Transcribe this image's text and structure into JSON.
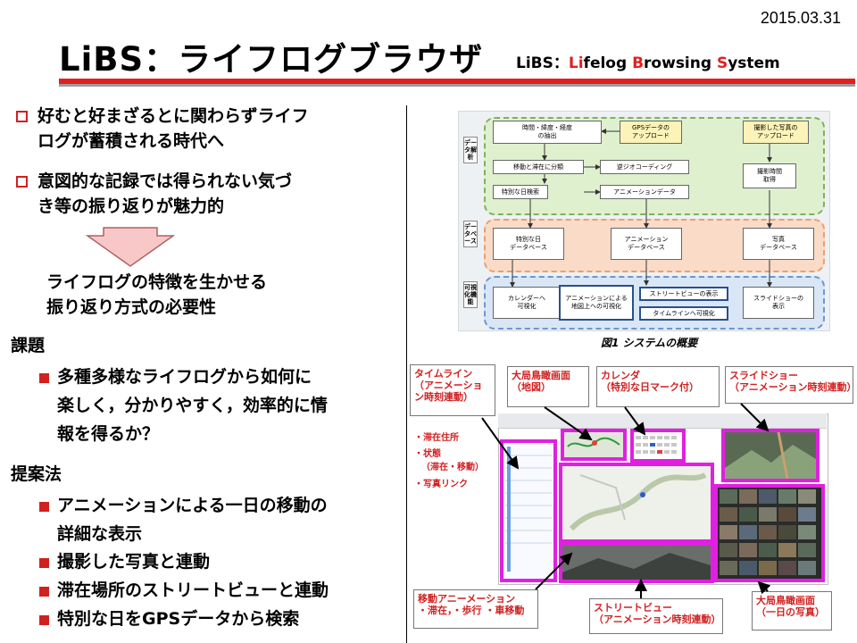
{
  "date": "2015.03.31",
  "title": "LiBS：ライフログブラウザ",
  "subtitle": {
    "prefix": "LiBS：",
    "parts": [
      {
        "cap": "Li",
        "rest": "felog "
      },
      {
        "cap": "B",
        "rest": "rowsing "
      },
      {
        "cap": "S",
        "rest": "ystem"
      }
    ]
  },
  "intro_bullets": [
    {
      "line1": "好むと好まざるとに関わらずライフ",
      "line2": "ログが蓄積される時代へ"
    },
    {
      "line1": "意図的な記録では得られない気づ",
      "line2": "き等の振り返りが魅力的"
    }
  ],
  "conclusion": {
    "line1": "ライフログの特徴を生かせる",
    "line2": "振り返り方式の必要性"
  },
  "issue": {
    "heading": "課題",
    "items": [
      {
        "line1": "多種多様なライフログから如何に",
        "line2": "楽しく，分かりやすく，効率的に情",
        "line3": "報を得るか？"
      }
    ]
  },
  "proposal": {
    "heading": "提案法",
    "items": [
      {
        "line1": "アニメーションによる一日の移動の",
        "line2": "詳細な表示"
      },
      {
        "line1": "撮影した写真と連動"
      },
      {
        "line1": "滞在場所のストリートビューと連動"
      },
      {
        "line1": "特別な日をGPSデータから検索"
      }
    ]
  },
  "figure": {
    "caption": "図1  システムの概要",
    "band_labels": {
      "analysis": "データ解析",
      "database": "データベース",
      "visualization": "可視化機能"
    },
    "nodes": {
      "extract": "時間・緯度・経度\nの抽出",
      "gps_upload": "GPSデータの\nアップロード",
      "photo_upload": "撮影した写真の\nアップロード",
      "split": "移動と滞在に分類",
      "reverse_geocode": "逆ジオコーディング",
      "shoot_time": "撮影時間\n取得",
      "special_search": "特別な日検索",
      "anim_data": "アニメーションデータ",
      "special_db": "特別な日\nデータベース",
      "anim_db": "アニメーション\nデータベース",
      "photo_db": "写真\nデータベース",
      "calendar_vis": "カレンダーへ\n可視化",
      "map_anim_vis": "アニメーションによる\n地図上への可視化",
      "streetview": "ストリートビューの表示",
      "timeline_vis": "タイムラインへ可視化",
      "slideshow": "スライドショーの\n表示"
    }
  },
  "callouts": {
    "timeline": {
      "title": "タイムライン",
      "sub": "（アニメーショ\nン時刻連動）"
    },
    "timeline_items": [
      "・滞在住所",
      "・状態",
      "（滞在・移動）",
      "・写真リンク"
    ],
    "overview_map": {
      "title": "大局鳥瞰画面",
      "sub": "（地図）"
    },
    "calendar": {
      "title": "カレンダ",
      "sub": "（特別な日マーク付）"
    },
    "slideshow": {
      "title": "スライドショー",
      "sub": "（アニメーション時刻連動）"
    },
    "movement": {
      "title": "移動アニーメーション",
      "sub": "・滞在，・歩行 ・車移動"
    },
    "streetview": {
      "title": "ストリートビュー",
      "sub": "（アニメーション時刻連動）"
    },
    "overview_photos": {
      "title": "大局鳥瞰画面",
      "sub": "（一日の写真）"
    }
  },
  "colors": {
    "accent": "#e02020",
    "magenta": "#e020e0",
    "arrow_fill": "#f8c8c8"
  }
}
